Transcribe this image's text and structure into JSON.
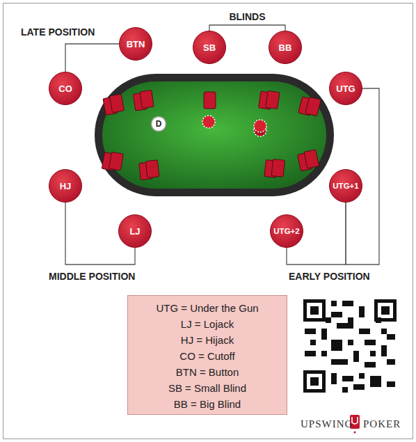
{
  "diagram": {
    "nodes": [
      {
        "text": [
          "BTN"
        ]
      },
      {
        "text": [
          "SB"
        ]
      },
      {
        "text": [
          "BB"
        ]
      },
      {
        "text": [
          "CO"
        ]
      },
      {
        "text": [
          "UTG"
        ]
      },
      {
        "text": [
          "D"
        ]
      },
      {
        "text": [
          "HJ"
        ]
      },
      {
        "text": [
          "UTG+1"
        ]
      },
      {
        "text": [
          "LJ"
        ]
      },
      {
        "text": [
          "UTG+2"
        ]
      },
      {
        "text": [
          "UTG = Under the Gun",
          "LJ = Lojack",
          "HJ = Hijack",
          "CO = Cutoff",
          "BTN = Button",
          "SB = Small Blind",
          "BB = Big Blind"
        ]
      }
    ],
    "edges": [
      {
        "from": 1,
        "to": 2,
        "arrow": "none",
        "label": "BLINDS"
      },
      {
        "from": 3,
        "to": 0,
        "arrow": "none"
      },
      {
        "from": 6,
        "to": 8,
        "arrow": "none"
      },
      {
        "from": 4,
        "to": 7,
        "arrow": "none"
      },
      {
        "from": 7,
        "to": 9,
        "arrow": "none"
      }
    ],
    "labels": [
      "LATE POSITION",
      "MIDDLE POSITION",
      "EARLY POSITION",
      "UPSWING",
      "POKER"
    ]
  }
}
